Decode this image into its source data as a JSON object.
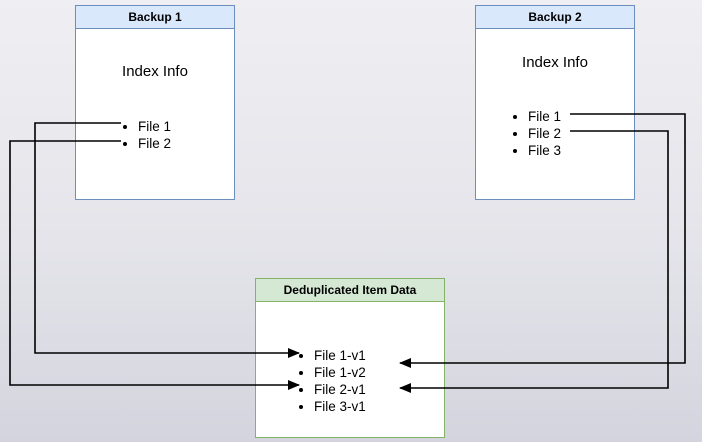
{
  "diagram": {
    "backup1": {
      "title": "Backup 1",
      "subtitle": "Index Info",
      "items": [
        "File 1",
        "File 2"
      ]
    },
    "backup2": {
      "title": "Backup 2",
      "subtitle": "Index Info",
      "items": [
        "File 1",
        "File 2",
        "File 3"
      ]
    },
    "dedup": {
      "title": "Deduplicated Item Data",
      "items": [
        "File 1-v1",
        "File 1-v2",
        "File 2-v1",
        "File 3-v1"
      ]
    },
    "connections": [
      {
        "from": "Backup 1 / File 1",
        "to": "Deduplicated Item Data / File 1-v1"
      },
      {
        "from": "Backup 1 / File 2",
        "to": "Deduplicated Item Data / File 2-v1"
      },
      {
        "from": "Backup 2 / File 1",
        "to": "Deduplicated Item Data / File 1-v2"
      },
      {
        "from": "Backup 2 / File 2",
        "to": "Deduplicated Item Data / File 2-v1"
      }
    ],
    "colors": {
      "blue_header_fill": "#dae8fc",
      "blue_border": "#6c8ebf",
      "green_header_fill": "#d5e8d4",
      "green_border": "#82b366",
      "arrow": "#000000"
    }
  }
}
